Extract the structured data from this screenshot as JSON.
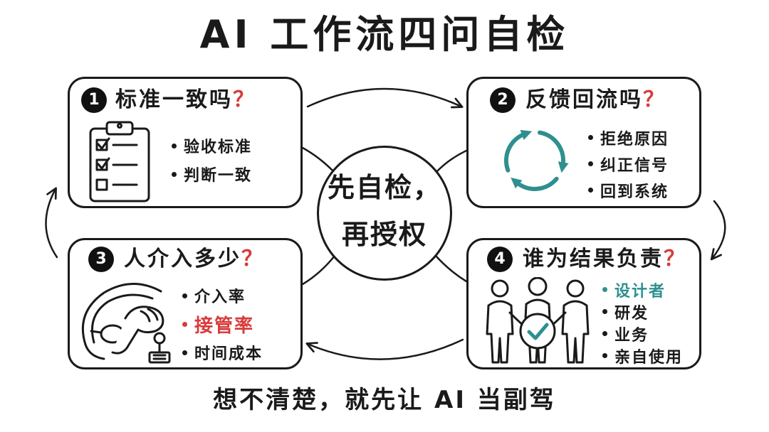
{
  "title": "AI 工作流四问自检",
  "center": {
    "line1": "先自检，",
    "line2": "再授权"
  },
  "cards": [
    {
      "number": "1",
      "question": "标准一致吗",
      "mark": "？",
      "icon": "clipboard-checklist-icon",
      "bullets": [
        {
          "text": "验收标准"
        },
        {
          "text": "判断一致"
        }
      ]
    },
    {
      "number": "2",
      "question": "反馈回流吗",
      "mark": "？",
      "icon": "cycle-arrows-icon",
      "bullets": [
        {
          "text": "拒绝原因"
        },
        {
          "text": "纠正信号"
        },
        {
          "text": "回到系统"
        }
      ]
    },
    {
      "number": "3",
      "question": "人介入多少",
      "mark": "？",
      "icon": "steering-wheel-hand-icon",
      "bullets": [
        {
          "text": "介入率"
        },
        {
          "text": "接管率",
          "color": "#d93a3a"
        },
        {
          "text": "时间成本"
        }
      ]
    },
    {
      "number": "4",
      "question": "谁为结果负责",
      "mark": "？",
      "icon": "team-approval-icon",
      "bullets": [
        {
          "text": "设计者",
          "color": "#2f8f8f"
        },
        {
          "text": "研发"
        },
        {
          "text": "业务"
        },
        {
          "text": "亲自使用"
        }
      ]
    }
  ],
  "footer": "想不清楚，就先让 AI 当副驾",
  "colors": {
    "ink": "#1a1a1a",
    "question_mark": "#d93a3a",
    "accent_teal": "#2f8f8f",
    "background": "#ffffff"
  }
}
